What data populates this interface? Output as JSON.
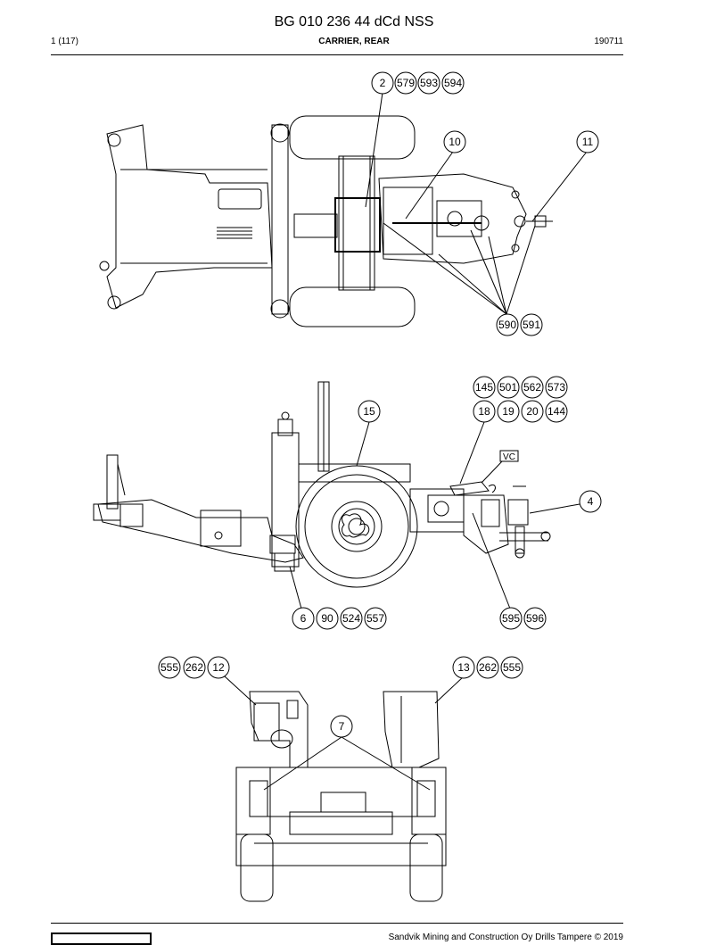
{
  "header": {
    "doc_title": "BG 010 236 44 dCd NSS",
    "page_count": "1 (117)",
    "section_title": "CARRIER, REAR",
    "date": "190711"
  },
  "footer": {
    "copyright": "Sandvik Mining and Construction Oy Drills Tampere © 2019"
  },
  "views": {
    "top": {
      "callouts": [
        "2",
        "579",
        "593",
        "594",
        "10",
        "11",
        "590",
        "591"
      ]
    },
    "side": {
      "callouts": [
        "145",
        "501",
        "562",
        "573",
        "18",
        "19",
        "20",
        "144",
        "15",
        "4",
        "6",
        "90",
        "524",
        "557",
        "595",
        "596"
      ],
      "label_vc": "VC"
    },
    "rear": {
      "callouts": [
        "555",
        "262",
        "12",
        "13",
        "262",
        "555",
        "7"
      ]
    }
  }
}
